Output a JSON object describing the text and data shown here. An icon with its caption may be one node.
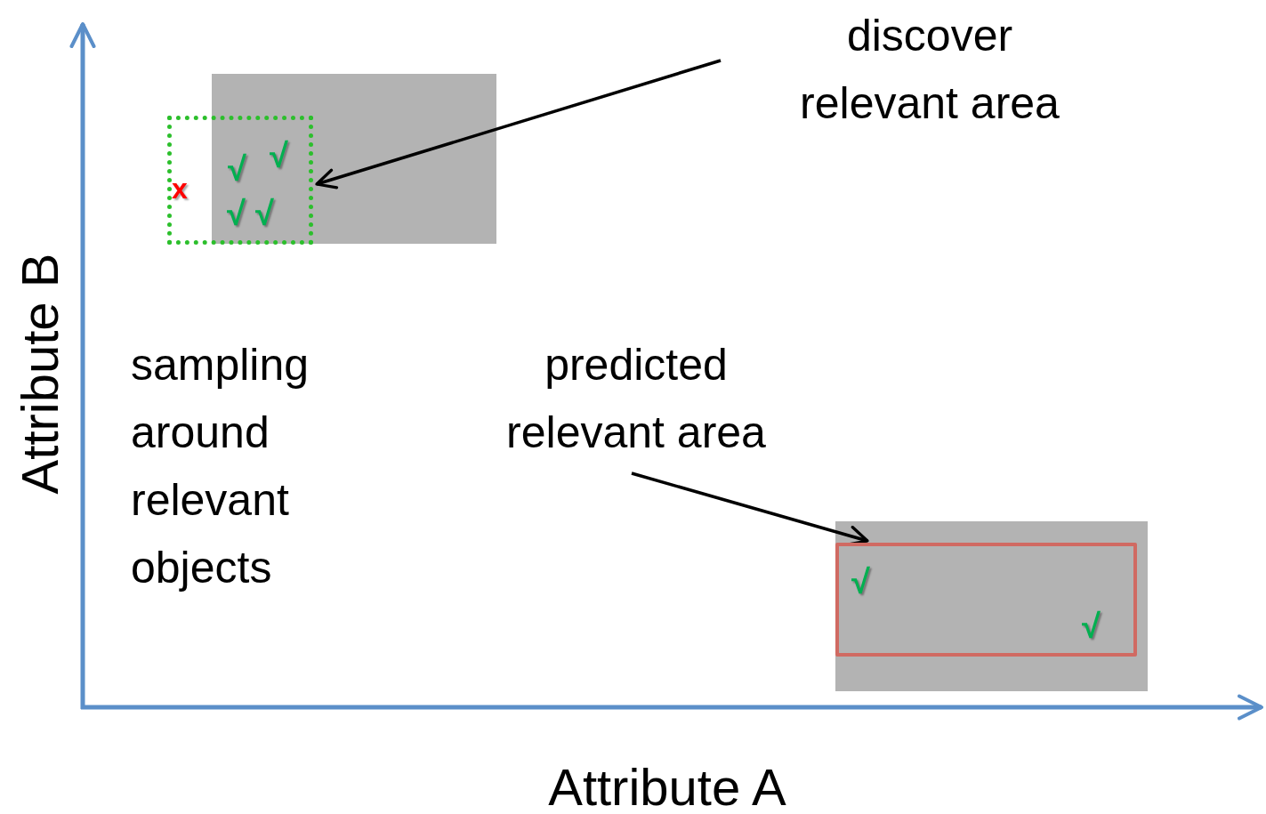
{
  "diagram": {
    "nodes": [
      {
        "text": [
          "discover relevant area"
        ]
      },
      {
        "text": [],
        "shape": "box"
      },
      {
        "text": [
          "predicted relevant area"
        ]
      },
      {
        "text": [],
        "shape": "box"
      }
    ],
    "edges": [
      {
        "from": 0,
        "to": 1,
        "arrow": "to"
      },
      {
        "from": 2,
        "to": 3,
        "arrow": "to"
      }
    ],
    "labels": [
      "√",
      "√",
      "x",
      "√",
      "√",
      "sampling around relevant objects",
      "√",
      "√",
      "Attribute B",
      "Attribute A"
    ]
  }
}
